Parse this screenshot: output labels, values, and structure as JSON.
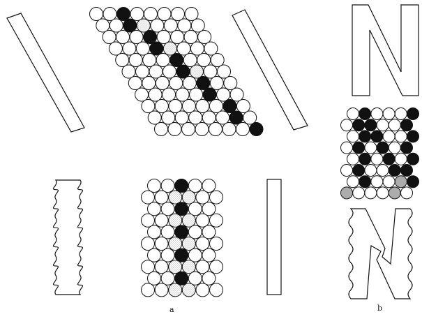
{
  "panels": [
    {
      "id": "a",
      "label": "a"
    },
    {
      "id": "b",
      "label": "b"
    }
  ],
  "colors": {
    "ink": "#111111",
    "paper": "#ffffff",
    "stipple": "#8a8a8a"
  },
  "icons": {
    "slanted_bar": "slanted-bar-outline-icon",
    "diagonal_disc_array": "diagonal-disc-array-icon",
    "wavy_bar": "wavy-bar-outline-icon",
    "vertical_disc_array": "vertical-disc-array-icon",
    "vertical_bar": "vertical-bar-outline-icon",
    "letter_n": "letter-n-outline-icon",
    "n_disc_array": "n-disc-array-icon",
    "wavy_letter_n": "wavy-letter-n-outline-icon"
  }
}
